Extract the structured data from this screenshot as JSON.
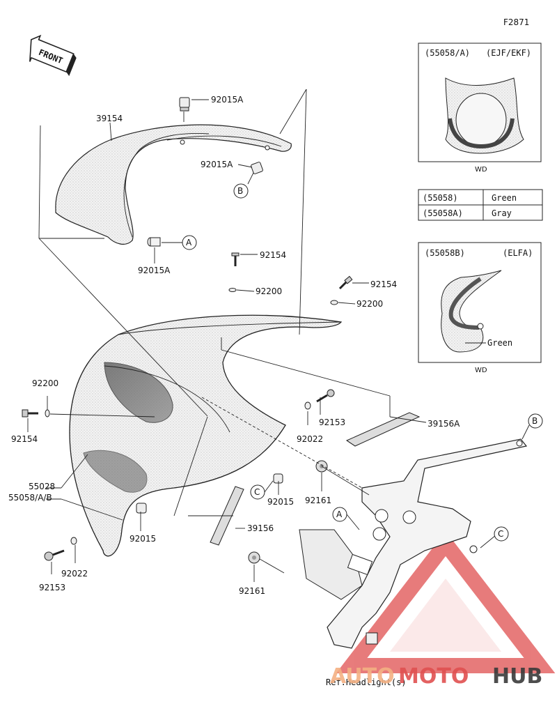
{
  "figure_code": "F2871",
  "front_label": "FRONT",
  "brand": {
    "text_auto": "AUTO",
    "text_moto": "MOTO",
    "text_hub": "HUB",
    "color_orange": "#f4b183",
    "color_red": "#e05050",
    "color_dark": "#3a3a3a"
  },
  "reference_text": "Ref.Headlight(s)",
  "callout_letters": {
    "a": "A",
    "b": "B",
    "c": "C"
  },
  "part_numbers": {
    "p39154": "39154",
    "p92015A": "92015A",
    "p92154": "92154",
    "p92200": "92200",
    "p92153": "92153",
    "p92022": "92022",
    "p39156A": "39156A",
    "p55028": "55028",
    "p55058AB": "55058/A/B",
    "p92015": "92015",
    "p92161": "92161",
    "p39156": "39156"
  },
  "inset_top": {
    "code": "(55058/A)",
    "variant": "(EJF/EKF)",
    "note": "WD"
  },
  "color_table": [
    {
      "code": "(55058)",
      "color": "Green"
    },
    {
      "code": "(55058A)",
      "color": "Gray"
    }
  ],
  "inset_bottom": {
    "code": "(55058B)",
    "variant": "(ELFA)",
    "color_label": "Green",
    "note": "WD"
  }
}
